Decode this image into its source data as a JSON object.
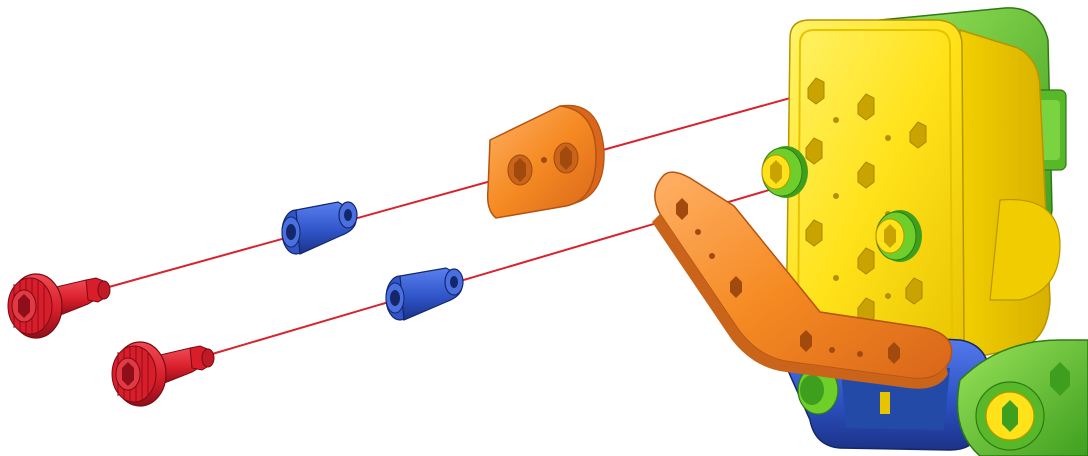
{
  "diagram": {
    "kind": "exploded assembly view",
    "parts": [
      {
        "name": "red-knurled-screw",
        "count": 2
      },
      {
        "name": "blue-spacer-sleeve",
        "count": 2
      },
      {
        "name": "orange-round-washer-block",
        "count": 1
      },
      {
        "name": "orange-angled-link-arm",
        "count": 1
      },
      {
        "name": "yellow-cube-block",
        "count": 1
      },
      {
        "name": "green-track-frame",
        "count": 1
      },
      {
        "name": "blue-base-bracket",
        "count": 1
      }
    ],
    "colors": {
      "screw": "#d81e2b",
      "screw_dark": "#9d111c",
      "spacer": "#2f55c8",
      "spacer_dark": "#1c348a",
      "orange": "#f58a22",
      "orange_dark": "#c9641a",
      "yellow": "#ffe21a",
      "yellow_dark": "#e0b800",
      "green": "#6fcf2a",
      "green_dark": "#3f9a1c",
      "guide_line": "#d8232f"
    }
  }
}
